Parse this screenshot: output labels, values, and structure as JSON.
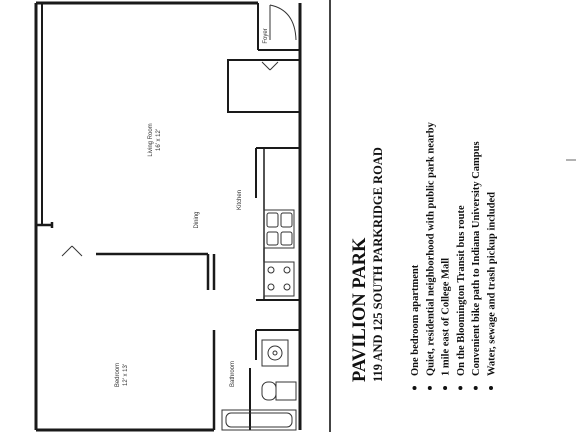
{
  "rooms": {
    "living_room": {
      "label": "Living Room",
      "dims": "16' x 12'"
    },
    "dining": {
      "label": "Dining"
    },
    "kitchen": {
      "label": "Kitchen"
    },
    "bedroom": {
      "label": "Bedroom",
      "dims": "12' x 13'"
    },
    "bathroom": {
      "label": "Bathroom"
    },
    "foyer": {
      "label": "Foyer"
    }
  },
  "title": {
    "main": "PAVILION PARK",
    "sub": "119 AND 125 SOUTH PARKRIDGE ROAD"
  },
  "features": [
    "One bedroom apartment",
    "Quiet, residential neighborhood with public park nearby",
    "1 mile east of College Mall",
    "On the Bloomington Transit bus route",
    "Convenient bike path to Indiana University Campus",
    "Water, sewage and trash pickup included"
  ]
}
